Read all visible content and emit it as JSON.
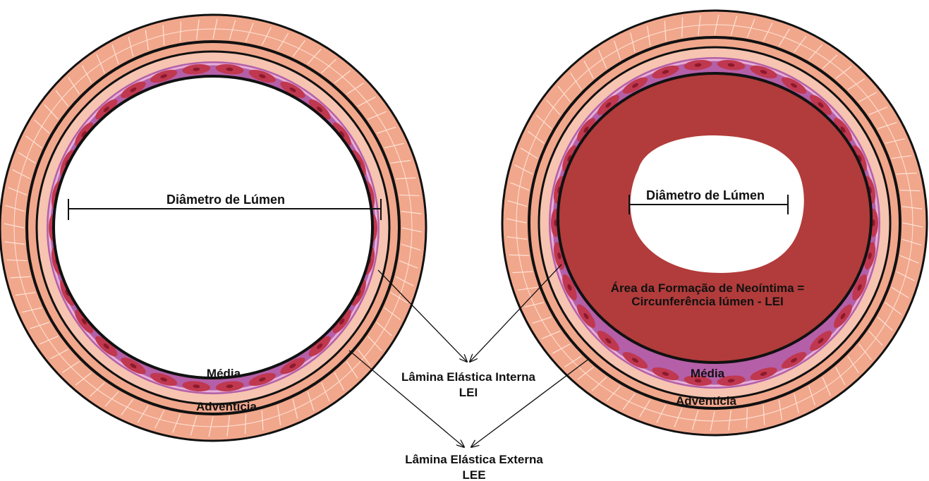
{
  "colors": {
    "adventitia": "#f1a78c",
    "adventitia_line": "#fde3d6",
    "elastic_lamina": "#111111",
    "media_outer": "#f6c4b1",
    "media_purple": "#b45fa8",
    "media_light": "#e6b0d8",
    "smooth_muscle": "#c0384f",
    "smooth_muscle_nucleus": "#8c1a2c",
    "neointima": "#b13c3b",
    "lumen": "#ffffff"
  },
  "left_vessel": {
    "lumen_label": "Diâmetro de Lúmen",
    "media_label": "Média",
    "adventitia_label": "Adventícia"
  },
  "right_vessel": {
    "lumen_label": "Diâmetro de Lúmen",
    "neointima_label_line1": "Área da Formação de Neoíntima =",
    "neointima_label_line2": "Circunferência lúmen - LEI",
    "media_label": "Média",
    "adventitia_label": "Adventícia"
  },
  "internal_lamina": {
    "line1": "Lâmina Elástica Interna",
    "line2": "LEI"
  },
  "external_lamina": {
    "line1": "Lâmina Elástica Externa",
    "line2": "LEE"
  }
}
